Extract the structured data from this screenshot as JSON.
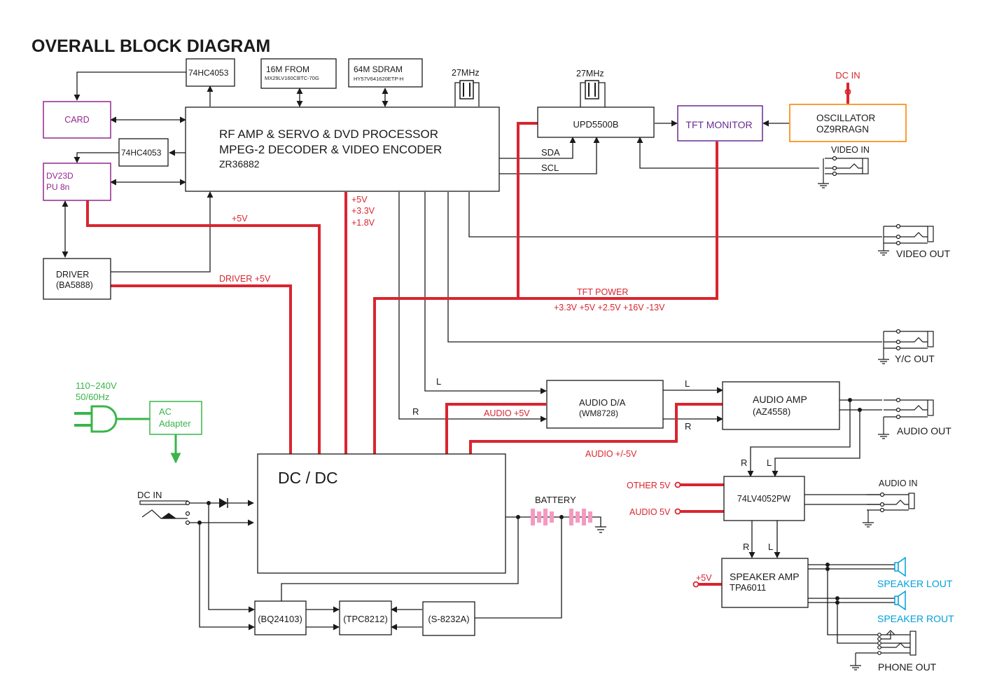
{
  "title": "OVERALL BLOCK DIAGRAM",
  "colors": {
    "wire": "#1a1a1a",
    "power": "#d9252f",
    "purple": "#93278f",
    "tft": "#662d91",
    "orange": "#f7941d",
    "green": "#39b54a",
    "cyan": "#00a0dc",
    "battery": "#f49ac1"
  },
  "blocks": {
    "hc4053_top": "74HC4053",
    "from": {
      "line1": "16M FROM",
      "line2": "MX29LV160CBTC-70G"
    },
    "sdram": {
      "line1": "64M SDRAM",
      "line2": "HY57V641620ETP-H"
    },
    "card": "CARD",
    "hc4053_mid": "74HC4053",
    "pickup": {
      "line1": "DV23D",
      "line2": "PU 8n"
    },
    "processor": {
      "line1": "RF AMP & SERVO  & DVD PROCESSOR",
      "line2": "MPEG-2  DECODER & VIDEO ENCODER",
      "line3": "ZR36882"
    },
    "upd": "UPD5500B",
    "tft_monitor": "TFT MONITOR",
    "oscillator": {
      "line1": "OSCILLATOR",
      "line2": "OZ9RRAGN"
    },
    "driver": {
      "line1": "DRIVER",
      "line2": "(BA5888)"
    },
    "audio_da": {
      "line1": "AUDIO D/A",
      "line2": "(WM8728)"
    },
    "audio_amp": {
      "line1": "AUDIO AMP",
      "line2": "(AZ4558)"
    },
    "ac_adapter": {
      "line1": "AC",
      "line2": "Adapter"
    },
    "dcdc": "DC / DC",
    "switch": "74LV4052PW",
    "speaker_amp": {
      "line1": "SPEAKER AMP",
      "line2": "TPA6011"
    },
    "bq": "(BQ24103)",
    "tpc": "(TPC8212)",
    "s8232": "(S-8232A)"
  },
  "labels": {
    "xtal1": "27MHz",
    "xtal2": "27MHz",
    "dc_in_top": "DC IN",
    "video_in": "VIDEO IN",
    "video_out": "VIDEO OUT",
    "yc_out": "Y/C OUT",
    "audio_out": "AUDIO OUT",
    "audio_in": "AUDIO IN",
    "speaker_lout": "SPEAKER LOUT",
    "speaker_rout": "SPEAKER ROUT",
    "phone_out": "PHONE OUT",
    "battery": "BATTERY",
    "dc_in_left": "DC IN",
    "mains": {
      "line1": "110~240V",
      "line2": "50/60Hz"
    },
    "sda": "SDA",
    "scl": "SCL",
    "l1": "L",
    "r1": "R",
    "l2": "L",
    "r2": "R",
    "r3": "R",
    "l3": "L",
    "r4": "R",
    "l4": "L"
  },
  "power_labels": {
    "p5v": "+5V",
    "driver5v": "DRIVER +5V",
    "proc_v1": "+5V",
    "proc_v2": "+3.3V",
    "proc_v3": "+1.8V",
    "tft_power": "TFT POWER",
    "tft_rails": "+3.3V +5V  +2.5V  +16V -13V",
    "audio5v": "AUDIO +5V",
    "audio_pm5v": "AUDIO +/-5V",
    "other5v": "OTHER 5V",
    "audio5v_sw": "AUDIO 5V",
    "spk5v": "+5V"
  }
}
